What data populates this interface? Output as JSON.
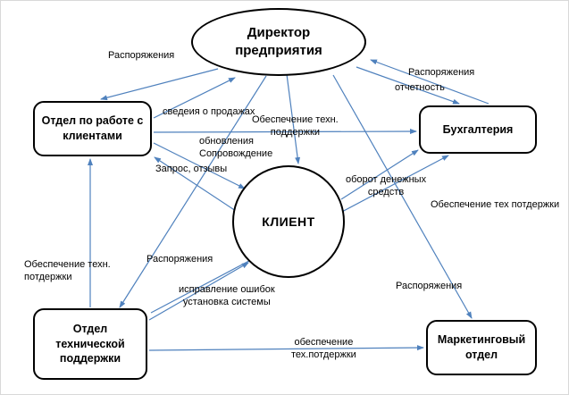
{
  "diagram": {
    "nodes": {
      "director": {
        "label": "Директор\nпредприятия"
      },
      "client_dept": {
        "label": "Отдел по работе с\nклиентами"
      },
      "accounting": {
        "label": "Бухгалтерия"
      },
      "client": {
        "label": "КЛИЕНТ"
      },
      "tech_support": {
        "label": "Отдел\nтехнической\nподдержки"
      },
      "marketing": {
        "label": "Маркетинговый\nотдел"
      }
    },
    "labels": {
      "rasp_client_dept": "Распоряжения",
      "rasp_accounting": "Распоряжения",
      "otchetnost": "отчетность",
      "svedenia": "сведеия о продажах",
      "obespechenie_top": "Обеспечение техн.\nподдержки",
      "obnovleniya": "обновления\nСопровождение",
      "zapros": "Запрос, отзывы",
      "oborot": "оборот денежных\nсредств",
      "obespechenie_right": "Обеспечение тех потдержки",
      "rasp_tech": "Распоряжения",
      "obespechenie_left": "Обеспечение техн.\nпотдержки",
      "ispravlenie": "исправление ошибок\nустановка системы",
      "rasp_marketing": "Распоряжения",
      "obespechenie_bottom": "обеспечение\nтех.потдержки"
    },
    "edges": [
      {
        "from": "director",
        "to": "client_dept",
        "label": "Распоряжения"
      },
      {
        "from": "director",
        "to": "accounting",
        "label": "Распоряжения"
      },
      {
        "from": "accounting",
        "to": "director",
        "label": "отчетность"
      },
      {
        "from": "client_dept",
        "to": "director",
        "label": "сведеия о продажах"
      },
      {
        "from": "client_dept",
        "to": "accounting",
        "label": "Обеспечение техн. поддержки"
      },
      {
        "from": "client_dept",
        "to": "client",
        "label": "обновления Сопровождение"
      },
      {
        "from": "client",
        "to": "client_dept",
        "label": "Запрос, отзывы"
      },
      {
        "from": "client",
        "to": "accounting",
        "label": "оборот денежных средств"
      },
      {
        "from": "director",
        "to": "client",
        "label": ""
      },
      {
        "from": "tech_support",
        "to": "client_dept",
        "label": "Обеспечение техн. потдержки"
      },
      {
        "from": "director",
        "to": "tech_support",
        "label": "Распоряжения"
      },
      {
        "from": "tech_support",
        "to": "client",
        "label": "исправление ошибок установка системы"
      },
      {
        "from": "director",
        "to": "marketing",
        "label": "Распоряжения"
      },
      {
        "from": "tech_support",
        "to": "marketing",
        "label": "обеспечение тех.потдержки"
      },
      {
        "from": "tech_support",
        "to": "accounting",
        "label": "Обеспечение тех потдержки"
      }
    ],
    "colors": {
      "arrow": "#4f81bd",
      "node_border": "#000000",
      "background": "#ffffff",
      "text": "#000000"
    }
  }
}
